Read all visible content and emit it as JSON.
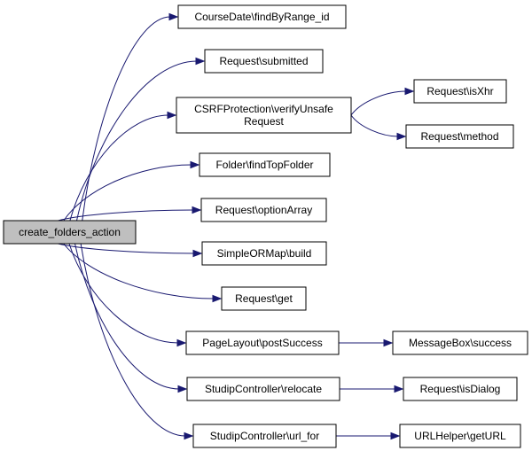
{
  "graph": {
    "nodes": [
      {
        "id": "root",
        "lines": [
          "create_folders_action"
        ],
        "root": true
      },
      {
        "id": "coursedate",
        "lines": [
          "CourseDate\\findByRange_id"
        ]
      },
      {
        "id": "submitted",
        "lines": [
          "Request\\submitted"
        ]
      },
      {
        "id": "csrf",
        "lines": [
          "CSRFProtection\\verifyUnsafe",
          "Request"
        ]
      },
      {
        "id": "isxhr",
        "lines": [
          "Request\\isXhr"
        ]
      },
      {
        "id": "method",
        "lines": [
          "Request\\method"
        ]
      },
      {
        "id": "findtop",
        "lines": [
          "Folder\\findTopFolder"
        ]
      },
      {
        "id": "optionarray",
        "lines": [
          "Request\\optionArray"
        ]
      },
      {
        "id": "build",
        "lines": [
          "SimpleORMap\\build"
        ]
      },
      {
        "id": "get",
        "lines": [
          "Request\\get"
        ]
      },
      {
        "id": "postsuccess",
        "lines": [
          "PageLayout\\postSuccess"
        ]
      },
      {
        "id": "msgsuccess",
        "lines": [
          "MessageBox\\success"
        ]
      },
      {
        "id": "relocate",
        "lines": [
          "StudipController\\relocate"
        ]
      },
      {
        "id": "isdialog",
        "lines": [
          "Request\\isDialog"
        ]
      },
      {
        "id": "urlfor",
        "lines": [
          "StudipController\\url_for"
        ]
      },
      {
        "id": "geturl",
        "lines": [
          "URLHelper\\getURL"
        ]
      }
    ],
    "edges": [
      {
        "from": "root",
        "to": "coursedate"
      },
      {
        "from": "root",
        "to": "submitted"
      },
      {
        "from": "root",
        "to": "csrf"
      },
      {
        "from": "root",
        "to": "findtop"
      },
      {
        "from": "root",
        "to": "optionarray"
      },
      {
        "from": "root",
        "to": "build"
      },
      {
        "from": "root",
        "to": "get"
      },
      {
        "from": "root",
        "to": "postsuccess"
      },
      {
        "from": "root",
        "to": "relocate"
      },
      {
        "from": "root",
        "to": "urlfor"
      },
      {
        "from": "csrf",
        "to": "isxhr"
      },
      {
        "from": "csrf",
        "to": "method"
      },
      {
        "from": "postsuccess",
        "to": "msgsuccess"
      },
      {
        "from": "relocate",
        "to": "isdialog"
      },
      {
        "from": "urlfor",
        "to": "geturl"
      }
    ],
    "colors": {
      "edge": "#191970",
      "root_fill": "#bfbfbf",
      "node_fill": "#ffffff"
    }
  }
}
